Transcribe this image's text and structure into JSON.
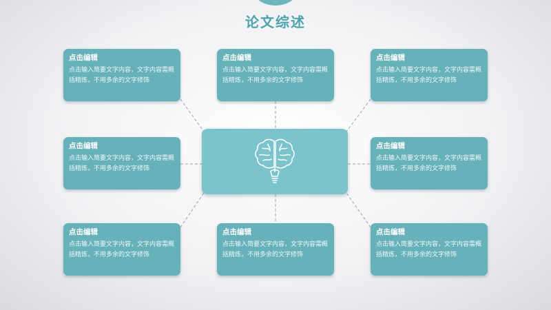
{
  "title": "论文综述",
  "cards": [
    {
      "title": "点击编辑",
      "text": "点击输入简要文字内容，文字内容需概括精炼，不用多余的文字修饰"
    },
    {
      "title": "点击编辑",
      "text": "点击输入简要文字内容，文字内容需概括精炼，不用多余的文字修饰"
    },
    {
      "title": "点击编辑",
      "text": "点击输入简要文字内容，文字内容需概括精炼，不用多余的文字修饰"
    },
    {
      "title": "点击编辑",
      "text": "点击输入简要文字内容，文字内容需概括精炼，不用多余的文字修饰"
    },
    {
      "title": "点击编辑",
      "text": "点击输入简要文字内容，文字内容需概括精炼，不用多余的文字修饰"
    },
    {
      "title": "点击编辑",
      "text": "点击输入简要文字内容，文字内容需概括精炼，不用多余的文字修饰"
    },
    {
      "title": "点击编辑",
      "text": "点击输入简要文字内容，文字内容需概括精炼，不用多余的文字修饰"
    },
    {
      "title": "点击编辑",
      "text": "点击输入简要文字内容，文字内容需概括精炼，不用多余的文字修饰"
    }
  ],
  "center_icon": "brain-lightbulb-icon",
  "colors": {
    "accent": "#4fa3ad",
    "card": "#67b1ba",
    "center": "#7cc4cb",
    "connector": "#a9adb3"
  }
}
